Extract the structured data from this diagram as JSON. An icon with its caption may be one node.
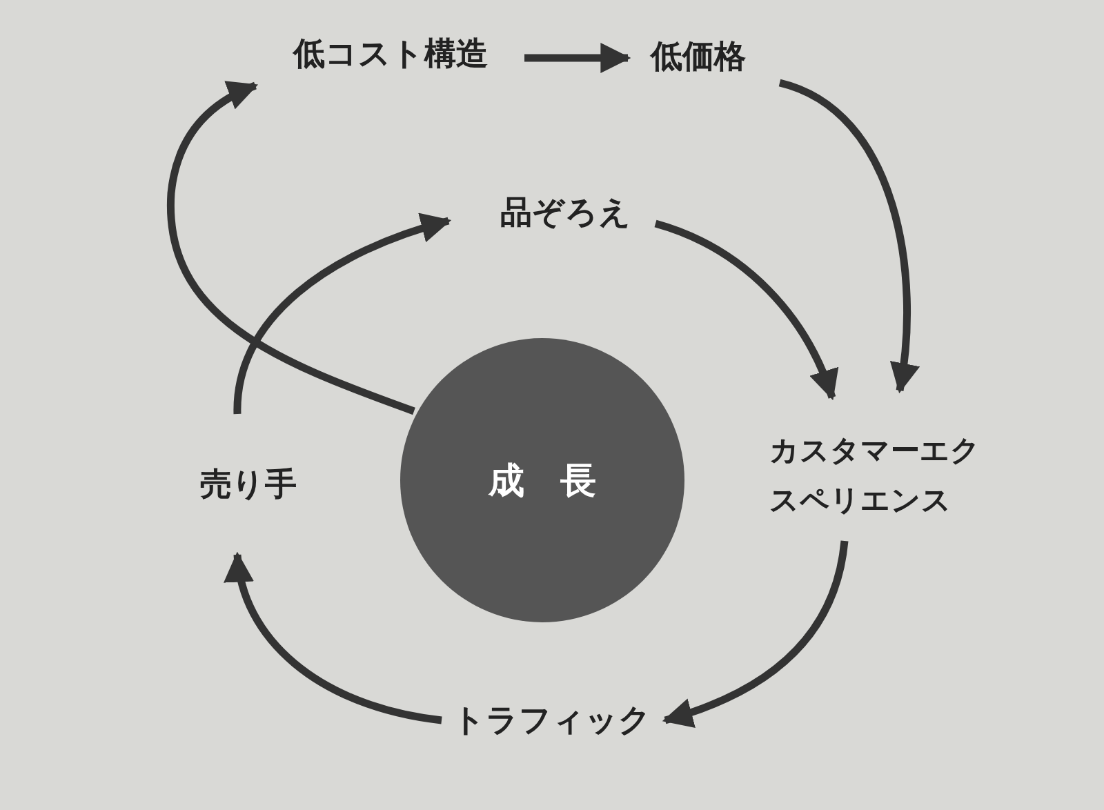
{
  "diagram": {
    "nodes": [
      {
        "text": [
          "低コスト構造"
        ]
      },
      {
        "text": [
          "低価格"
        ]
      },
      {
        "text": [
          "品ぞろえ"
        ]
      },
      {
        "text": [
          "カスタマーエクスペリエンス"
        ]
      },
      {
        "text": [
          "トラフィック"
        ]
      },
      {
        "text": [
          "売り手"
        ]
      },
      {
        "text": [
          "成　長"
        ]
      }
    ],
    "edges": [
      {
        "from": 0,
        "to": 1,
        "arrow": "to"
      },
      {
        "from": 1,
        "to": 3,
        "arrow": "to"
      },
      {
        "from": 2,
        "to": 3,
        "arrow": "to"
      },
      {
        "from": 3,
        "to": 4,
        "arrow": "to"
      },
      {
        "from": 4,
        "to": 5,
        "arrow": "to"
      },
      {
        "from": 5,
        "to": 2,
        "arrow": "to"
      },
      {
        "from": 6,
        "to": 0,
        "arrow": "to"
      }
    ]
  }
}
